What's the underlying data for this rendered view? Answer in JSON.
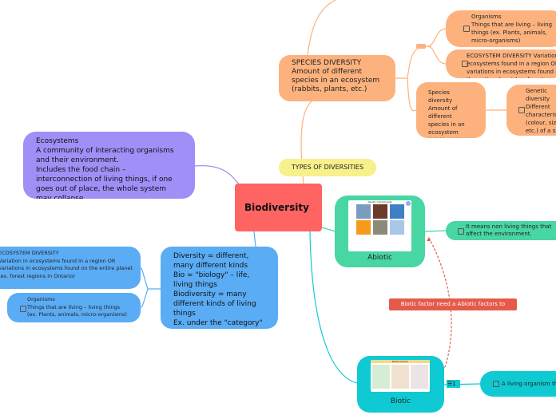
{
  "central": {
    "title": "Biodiversity",
    "color": "#fe6461"
  },
  "types": {
    "label": "TYPES OF DIVERSITIES",
    "color": "#f8f08a"
  },
  "species": {
    "text": "SPECIES DIVERSITY\nAmount of different species in an ecosystem (rabbits, plants, etc.)",
    "color": "#fdb27e"
  },
  "organisms_r": {
    "text": "Organisms\nThings that are living – living things (ex. Plants, animals, micro-organisms)"
  },
  "ecosystem_r": {
    "text": "ECOSYSTEM DIVERSITY Variation in ecosystems found in a region OR variations in ecosystems found on the entire planet (ex. forest regions)"
  },
  "species_small": {
    "text": "Species diversity\nAmount of different species in an ecosystem (rabbits, plants, etc.)"
  },
  "genetic": {
    "text": "Genetic diversity\nDifferent characteristics (colour, size, etc.) of a single species"
  },
  "ecosystems": {
    "text": "Ecosystems\nA community of interacting organisms and their environment.\nIncludes the food chain – interconnection of living things, if one goes out of place, the whole system may collapse.",
    "color": "#9f8ff7"
  },
  "diversity": {
    "text": "Diversity =  different, many different kinds\nBio = \"biology\" – life, living things\nBiodiversity = many different kinds of living things\nEx. under the \"category\" of",
    "color": "#5aacf5"
  },
  "ecosystem_l": {
    "text": "ECOSYSTEM DIVERSITY\nVariation in ecosystems found in a region OR variations in ecosystems found on the entire planet (ex. forest regions in Ontario)"
  },
  "organisms_l": {
    "text": "Organisms\nThings that are living – living things\n(ex. Plants, animals, micro-organisms)"
  },
  "abiotic": {
    "label": "Abiotic",
    "image_title": "Abiotic Components",
    "color": "#48d6a2"
  },
  "abiotic_note": {
    "text": "It means non living things that affect the environment."
  },
  "biotic": {
    "label": "Biotic",
    "image_title": "Biotic Factors",
    "badge": "1",
    "color": "#0fcad3"
  },
  "biotic_note": {
    "text": "A living organism that"
  },
  "relation": {
    "text": "Biotic factor need a Abiotic factors to survive.",
    "color": "#e55a4a"
  }
}
